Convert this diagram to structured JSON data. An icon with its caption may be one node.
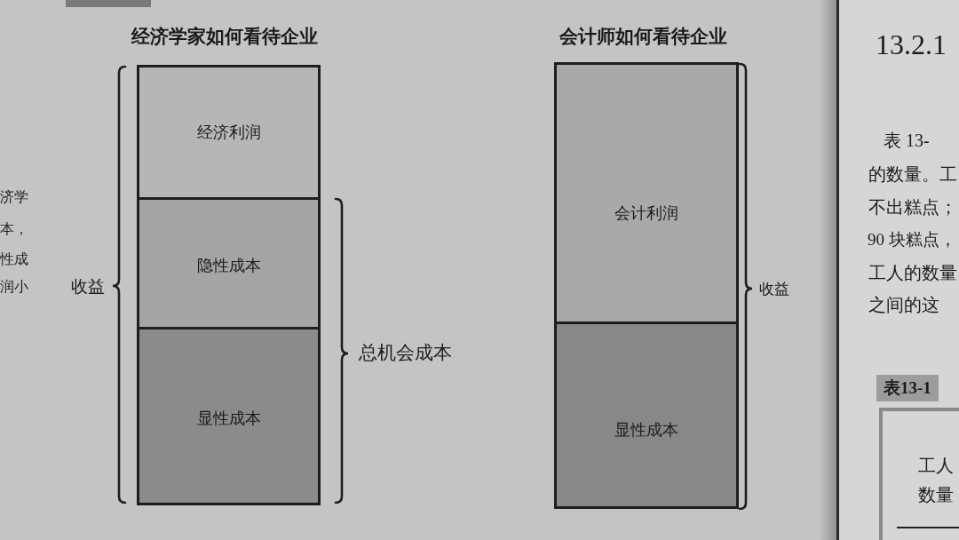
{
  "diagram": {
    "nodes": [
      {
        "text": [
          "经济学家如何看待企业"
        ]
      },
      {
        "text": [
          "经济利润"
        ],
        "in": 0
      },
      {
        "text": [
          "隐性成本"
        ],
        "in": 0
      },
      {
        "text": [
          "显性成本"
        ],
        "in": 0
      },
      {
        "text": [
          "会计师如何看待企业"
        ]
      },
      {
        "text": [
          "会计利润"
        ],
        "in": 4
      },
      {
        "text": [
          "显性成本"
        ],
        "in": 4
      }
    ],
    "labels": [
      "济学",
      "本，",
      "性成",
      "润小",
      "收益",
      "总机会成本",
      "收益",
      "13.2.1",
      "表 13-",
      "的数量。工",
      "不出糕点；",
      "90 块糕点，",
      "工人的数量",
      "之间的这",
      "表13-1",
      "工人数量"
    ]
  }
}
